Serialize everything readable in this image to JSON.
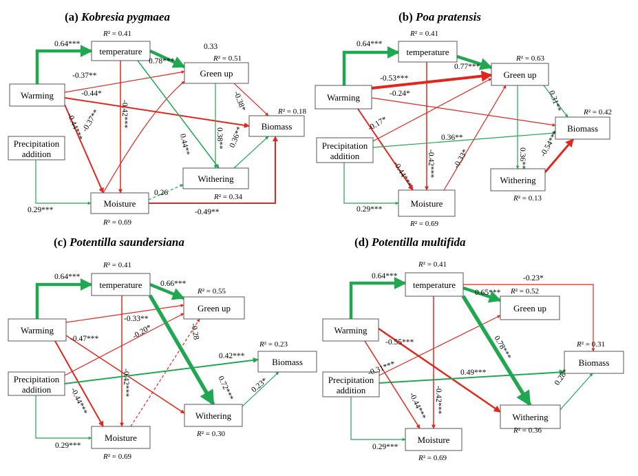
{
  "colors": {
    "positive": "#1fa84f",
    "negative": "#e3261c",
    "box": "#555555",
    "text": "#000000"
  },
  "panels": [
    {
      "label": "(a)",
      "species": "Kobresia pygmaea",
      "nodes": {
        "temperature": {
          "text": "temperature",
          "r2": "R² = 0.41"
        },
        "greenup": {
          "text": "Green up",
          "r2": "R² = 0.51"
        },
        "warming": {
          "text": "Warming"
        },
        "precip": {
          "text": "Precipitation addition"
        },
        "biomass": {
          "text": "Biomass",
          "r2": "R² = 0.18"
        },
        "withering": {
          "text": "Withering",
          "r2": "R² = 0.34"
        },
        "moisture": {
          "text": "Moisture",
          "r2": "R² = 0.69"
        }
      },
      "extra_text": "0.33",
      "paths": [
        {
          "from": "warming",
          "to": "temperature",
          "label": "0.64***"
        },
        {
          "from": "temperature",
          "to": "greenup",
          "label": "0.78***"
        },
        {
          "from": "warming",
          "to": "greenup",
          "label": "-0.37**"
        },
        {
          "from": "warming",
          "to": "biomass",
          "label": "-0.44*"
        },
        {
          "from": "warming",
          "to": "moisture",
          "label": "-0.44***"
        },
        {
          "from": "moisture",
          "to": "greenup",
          "label": "-0.37**"
        },
        {
          "from": "temperature",
          "to": "moisture",
          "label": "-0.42***"
        },
        {
          "from": "temperature",
          "to": "withering",
          "label": "0.44**"
        },
        {
          "from": "greenup",
          "to": "withering",
          "label": "0.38**"
        },
        {
          "from": "greenup",
          "to": "biomass",
          "label": "-0.38*"
        },
        {
          "from": "withering",
          "to": "biomass",
          "label": "0.36**"
        },
        {
          "from": "precip",
          "to": "moisture",
          "label": "0.29***"
        },
        {
          "from": "moisture",
          "to": "withering",
          "label": "0.26"
        },
        {
          "from": "moisture",
          "to": "biomass",
          "label": "-0.49**"
        }
      ]
    },
    {
      "label": "(b)",
      "species": "Poa pratensis",
      "nodes": {
        "temperature": {
          "text": "temperature",
          "r2": "R² = 0.41"
        },
        "greenup": {
          "text": "Green up",
          "r2": "R² = 0.63"
        },
        "warming": {
          "text": "Warming"
        },
        "precip": {
          "text": "Precipitation addition"
        },
        "biomass": {
          "text": "Biomass",
          "r2": "R² = 0.42"
        },
        "withering": {
          "text": "Withering",
          "r2": "R² = 0.13"
        },
        "moisture": {
          "text": "Moisture",
          "r2": "R² = 0.69"
        }
      },
      "paths": [
        {
          "from": "warming",
          "to": "temperature",
          "label": "0.64***"
        },
        {
          "from": "temperature",
          "to": "greenup",
          "label": "0.77***"
        },
        {
          "from": "warming",
          "to": "greenup",
          "label": "-0.53***"
        },
        {
          "from": "warming",
          "to": "biomass",
          "label": "-0.24*"
        },
        {
          "from": "precip",
          "to": "greenup",
          "label": "-0.17*"
        },
        {
          "from": "warming",
          "to": "moisture",
          "label": "-0.44***"
        },
        {
          "from": "temperature",
          "to": "moisture",
          "label": "-0.42***"
        },
        {
          "from": "moisture",
          "to": "greenup",
          "label": "-0.33*"
        },
        {
          "from": "precip",
          "to": "biomass",
          "label": "0.36**"
        },
        {
          "from": "greenup",
          "to": "biomass",
          "label": "0.31**"
        },
        {
          "from": "greenup",
          "to": "withering",
          "label": "0.36**"
        },
        {
          "from": "withering",
          "to": "biomass",
          "label": "-0.54***"
        },
        {
          "from": "precip",
          "to": "moisture",
          "label": "0.29***"
        }
      ]
    },
    {
      "label": "(c)",
      "species": "Potentilla saundersiana",
      "nodes": {
        "temperature": {
          "text": "temperature",
          "r2": "R² = 0.41"
        },
        "greenup": {
          "text": "Green up",
          "r2": "R² = 0.55"
        },
        "warming": {
          "text": "Warming"
        },
        "precip": {
          "text": "Precipitation addition"
        },
        "biomass": {
          "text": "Biomass",
          "r2": "R² = 0.23"
        },
        "withering": {
          "text": "Withering",
          "r2": "R² = 0.30"
        },
        "moisture": {
          "text": "Moisture",
          "r2": "R² = 0.69"
        }
      },
      "paths": [
        {
          "from": "warming",
          "to": "temperature",
          "label": "0.64***"
        },
        {
          "from": "temperature",
          "to": "greenup",
          "label": "0.66***"
        },
        {
          "from": "warming",
          "to": "greenup",
          "label": "-0.33**"
        },
        {
          "from": "precip",
          "to": "greenup",
          "label": "-0.20*"
        },
        {
          "from": "moisture",
          "to": "greenup",
          "label": "-0.28"
        },
        {
          "from": "warming",
          "to": "withering",
          "label": "-0.47***"
        },
        {
          "from": "warming",
          "to": "moisture",
          "label": "-0.44***"
        },
        {
          "from": "temperature",
          "to": "moisture",
          "label": "-0.42***"
        },
        {
          "from": "temperature",
          "to": "withering",
          "label": "0.72***"
        },
        {
          "from": "precip",
          "to": "biomass",
          "label": "0.42***"
        },
        {
          "from": "withering",
          "to": "biomass",
          "label": "0.23*"
        },
        {
          "from": "precip",
          "to": "moisture",
          "label": "0.29***"
        }
      ]
    },
    {
      "label": "(d)",
      "species": "Potentilla multifida",
      "nodes": {
        "temperature": {
          "text": "temperature",
          "r2": "R² = 0.41"
        },
        "greenup": {
          "text": "Green up",
          "r2": "R² = 0.52"
        },
        "warming": {
          "text": "Warming"
        },
        "precip": {
          "text": "Precipitation addition"
        },
        "biomass": {
          "text": "Biomass",
          "r2": "R² = 0.31"
        },
        "withering": {
          "text": "Withering",
          "r2": "R² = 0.36"
        },
        "moisture": {
          "text": "Moisture",
          "r2": "R² = 0.69"
        }
      },
      "paths": [
        {
          "from": "warming",
          "to": "temperature",
          "label": "0.64***"
        },
        {
          "from": "temperature",
          "to": "greenup",
          "label": "0.65***"
        },
        {
          "from": "temperature",
          "to": "biomass",
          "label": "-0.23*"
        },
        {
          "from": "warming",
          "to": "withering",
          "label": "-0.55***"
        },
        {
          "from": "precip",
          "to": "greenup",
          "label": "-0.31***"
        },
        {
          "from": "temperature",
          "to": "withering",
          "label": "0.78***"
        },
        {
          "from": "precip",
          "to": "biomass",
          "label": "0.49***"
        },
        {
          "from": "warming",
          "to": "moisture",
          "label": "-0.44***"
        },
        {
          "from": "temperature",
          "to": "moisture",
          "label": "-0.42***"
        },
        {
          "from": "withering",
          "to": "biomass",
          "label": "0.28*"
        },
        {
          "from": "precip",
          "to": "moisture",
          "label": "0.29***"
        }
      ]
    }
  ]
}
